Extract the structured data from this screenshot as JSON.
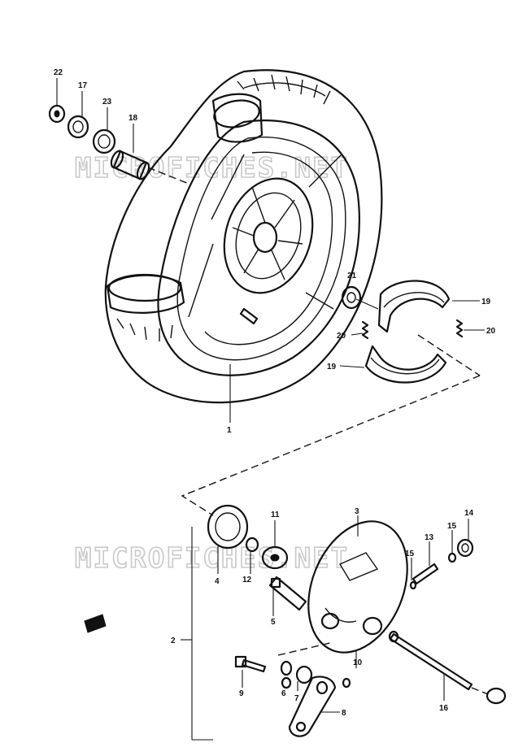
{
  "watermarks": [
    "MICROFICHES.NET",
    "MICROFICHES.NET"
  ],
  "callouts": [
    "22",
    "17",
    "23",
    "18",
    "21",
    "19",
    "20",
    "20",
    "19",
    "1",
    "3",
    "11",
    "4",
    "12",
    "5",
    "13",
    "15",
    "15",
    "14",
    "2",
    "9",
    "6",
    "7",
    "10",
    "8",
    "16"
  ]
}
